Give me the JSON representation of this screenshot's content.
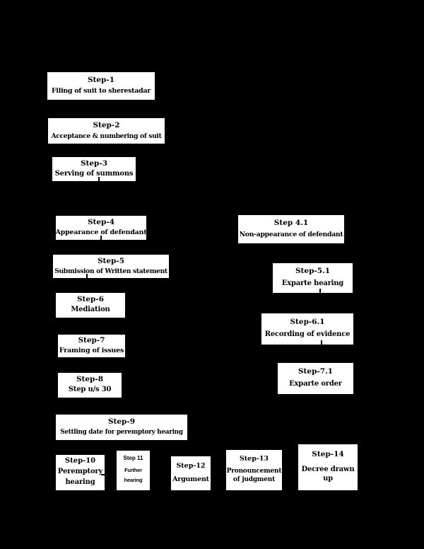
{
  "page": {
    "background_color": "#000000",
    "box_fill_color": "#ffffff",
    "box_text_color": "#000000"
  },
  "flowchart": {
    "description": "Civil suit procedure step flowchart",
    "boxes": [
      {
        "id": "step-1",
        "title": "Step-1",
        "label": "Filing of suit to sherestadar"
      },
      {
        "id": "step-2",
        "title": "Step-2",
        "label": "Acceptance & numbering of suit"
      },
      {
        "id": "step-3",
        "title": "Step-3",
        "label": "Serving of summons"
      },
      {
        "id": "step-4",
        "title": "Step-4",
        "label": "Appearance of defendant"
      },
      {
        "id": "step-4-1",
        "title": "Step 4.1",
        "label": "Non-appearance of defendant"
      },
      {
        "id": "step-5",
        "title": "Step-5",
        "label": "Submission of Written statement"
      },
      {
        "id": "step-5-1",
        "title": "Step-5.1",
        "label": "Exparte hearing"
      },
      {
        "id": "step-6",
        "title": "Step-6",
        "label": "Mediation"
      },
      {
        "id": "step-6-1",
        "title": "Step-6.1",
        "label": "Recording of evidence"
      },
      {
        "id": "step-7",
        "title": "Step-7",
        "label": "Framing of issues"
      },
      {
        "id": "step-7-1",
        "title": "Step-7.1",
        "label": "Exparte order"
      },
      {
        "id": "step-8",
        "title": "Step-8",
        "label": "Step u/s 30"
      },
      {
        "id": "step-9",
        "title": "Step-9",
        "label": "Settling date for peremptory hearing"
      },
      {
        "id": "step-10",
        "title": "Step-10",
        "label": "Peremptory hearing"
      },
      {
        "id": "step-11",
        "title": "Step 11",
        "label": "Further hearing"
      },
      {
        "id": "step-12",
        "title": "Step-12",
        "label": "Argument"
      },
      {
        "id": "step-13",
        "title": "Step-13",
        "label": "Pronouncement of judgment"
      },
      {
        "id": "step-14",
        "title": "Step-14",
        "label": "Decree drawn up"
      }
    ]
  }
}
